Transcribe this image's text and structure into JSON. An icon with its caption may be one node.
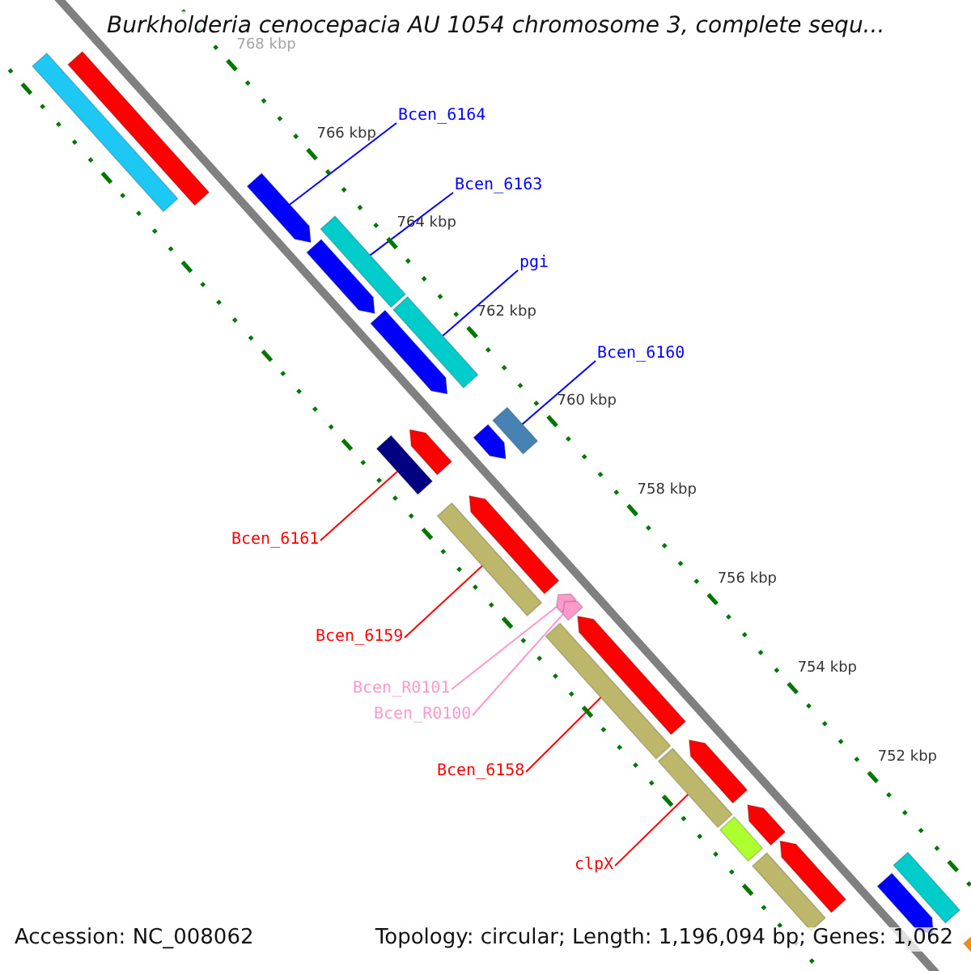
{
  "diagram": {
    "title": "Burkholderia cenocepacia AU 1054 chromosome 3, complete sequ...",
    "nodes": [
      {
        "text": [
          "Bcen_6164"
        ]
      },
      {
        "text": [],
        "shape": "arrow"
      },
      {
        "text": [
          "Bcen_6163"
        ]
      },
      {
        "text": [],
        "shape": "bar"
      },
      {
        "text": [
          "pgi"
        ]
      },
      {
        "text": [],
        "shape": "bar"
      },
      {
        "text": [
          "Bcen_6160"
        ]
      },
      {
        "text": [],
        "shape": "bar"
      },
      {
        "text": [
          "Bcen_6161"
        ]
      },
      {
        "text": [],
        "shape": "bar"
      },
      {
        "text": [
          "Bcen_6159"
        ]
      },
      {
        "text": [],
        "shape": "bar"
      },
      {
        "text": [
          "Bcen_R0101"
        ]
      },
      {
        "text": [],
        "shape": "arrow"
      },
      {
        "text": [
          "Bcen_R0100"
        ]
      },
      {
        "text": [],
        "shape": "arrow"
      },
      {
        "text": [
          "Bcen_6158"
        ]
      },
      {
        "text": [],
        "shape": "bar"
      },
      {
        "text": [
          "clpX"
        ]
      },
      {
        "text": [],
        "shape": "bar"
      },
      {
        "text": [],
        "shape": "bar"
      },
      {
        "text": [],
        "shape": "bar"
      },
      {
        "text": [],
        "shape": "arrow"
      },
      {
        "text": [],
        "shape": "arrow"
      },
      {
        "text": [],
        "shape": "arrow"
      },
      {
        "text": [],
        "shape": "arrow"
      },
      {
        "text": [],
        "shape": "arrow"
      },
      {
        "text": [],
        "shape": "arrow"
      },
      {
        "text": [],
        "shape": "arrow"
      },
      {
        "text": [],
        "shape": "arrow"
      },
      {
        "text": [],
        "shape": "bar"
      },
      {
        "text": [],
        "shape": "arrow"
      },
      {
        "text": [],
        "shape": "bar"
      },
      {
        "text": [],
        "shape": "arrow"
      },
      {
        "text": [],
        "shape": "bar"
      },
      {
        "text": [],
        "shape": "bar"
      }
    ],
    "edges": [
      {
        "from": 0,
        "to": 1,
        "arrow": "none",
        "color": "#0000ff"
      },
      {
        "from": 2,
        "to": 3,
        "arrow": "none",
        "color": "#0000ff"
      },
      {
        "from": 4,
        "to": 5,
        "arrow": "none",
        "color": "#0000ff"
      },
      {
        "from": 6,
        "to": 7,
        "arrow": "none",
        "color": "#0000ff"
      },
      {
        "from": 8,
        "to": 9,
        "arrow": "none",
        "color": "#ff0000"
      },
      {
        "from": 10,
        "to": 11,
        "arrow": "none",
        "color": "#ff0000"
      },
      {
        "from": 12,
        "to": 13,
        "arrow": "none",
        "color": "#ff99cc"
      },
      {
        "from": 14,
        "to": 15,
        "arrow": "none",
        "color": "#ff99cc"
      },
      {
        "from": 16,
        "to": 17,
        "arrow": "none",
        "color": "#ff0000"
      },
      {
        "from": 18,
        "to": 19,
        "arrow": "none",
        "color": "#ff0000"
      }
    ],
    "labels": [
      "768 kbp",
      "766 kbp",
      "764 kbp",
      "762 kbp",
      "760 kbp",
      "758 kbp",
      "756 kbp",
      "754 kbp",
      "752 kbp",
      "Accession: NC_008062",
      "Topology: circular; Length: 1,196,094 bp; Genes: 1,062"
    ]
  }
}
